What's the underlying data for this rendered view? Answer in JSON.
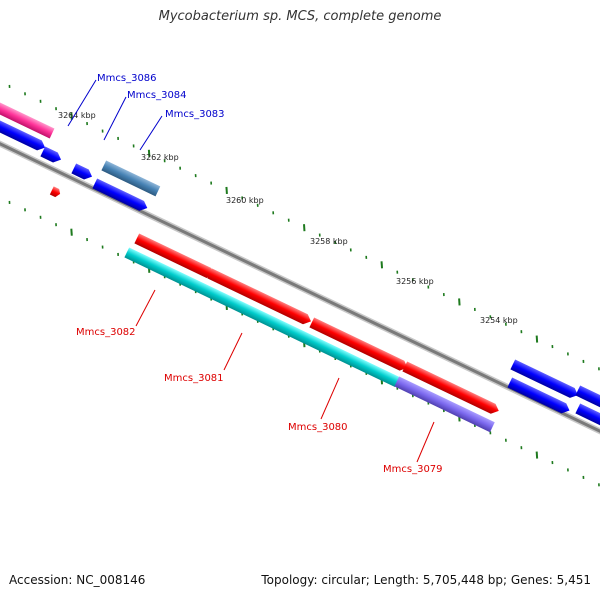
{
  "title": "Mycobacterium sp. MCS, complete genome",
  "footer": {
    "accession": "Accession: NC_008146",
    "summary": "Topology: circular; Length: 5,705,448 bp; Genes: 5,451"
  },
  "colors": {
    "backbone": "#808080",
    "tick": "#1e7a1e",
    "forward_cds": "#ff0000",
    "reverse_cds": "#0000ff",
    "pink": "#ff3399",
    "steel": "#4682b4",
    "cyan": "#00cccc",
    "purple": "#7b68ee",
    "label_top": "#0000cc",
    "label_bottom": "#dd0000"
  },
  "scale_labels": [
    "3264 kbp",
    "3262 kbp",
    "3260 kbp",
    "3258 kbp",
    "3256 kbp",
    "3254 kbp"
  ],
  "genes_top": [
    "Mmcs_3086",
    "Mmcs_3084",
    "Mmcs_3083"
  ],
  "genes_bottom": [
    "Mmcs_3082",
    "Mmcs_3081",
    "Mmcs_3080",
    "Mmcs_3079"
  ]
}
